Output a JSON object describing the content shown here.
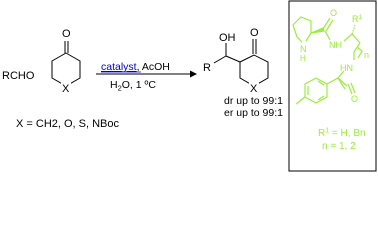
{
  "reactants": {
    "aldehyde": "RCHO",
    "ketone_oxygen": "O",
    "ring_heteroatom": "X"
  },
  "conditions": {
    "catalyst": "catalyst",
    "acid": ", AcOH",
    "solvent": "H",
    "solvent_sub": "2",
    "solvent_tail": "O, 1 ºC"
  },
  "product": {
    "hydroxyl": "OH",
    "ketone_oxygen": "O",
    "r_group": "R",
    "ring_heteroatom": "X",
    "dr": "dr up to 99:1",
    "er": "er up to 99:1"
  },
  "x_options": "X = CH2, O, S, NBoc",
  "catalyst_box": {
    "pyrrolidine_nh": "N",
    "pyrrolidine_h": "H",
    "amide1_nh": "NH",
    "carbonyl1_o": "O",
    "r1_label": "R",
    "r1_sup": "1",
    "chain_n": "n",
    "amide2_nh": "HN",
    "carbonyl2_o": "O",
    "r1_def": "R",
    "r1_def_sup": "1",
    "r1_def_tail": " = H, Bn",
    "n_def": "n = 1, 2"
  },
  "colors": {
    "catalyst_green": "#9aee3c",
    "line_black": "#000000",
    "link_blue": "#0000cc"
  }
}
